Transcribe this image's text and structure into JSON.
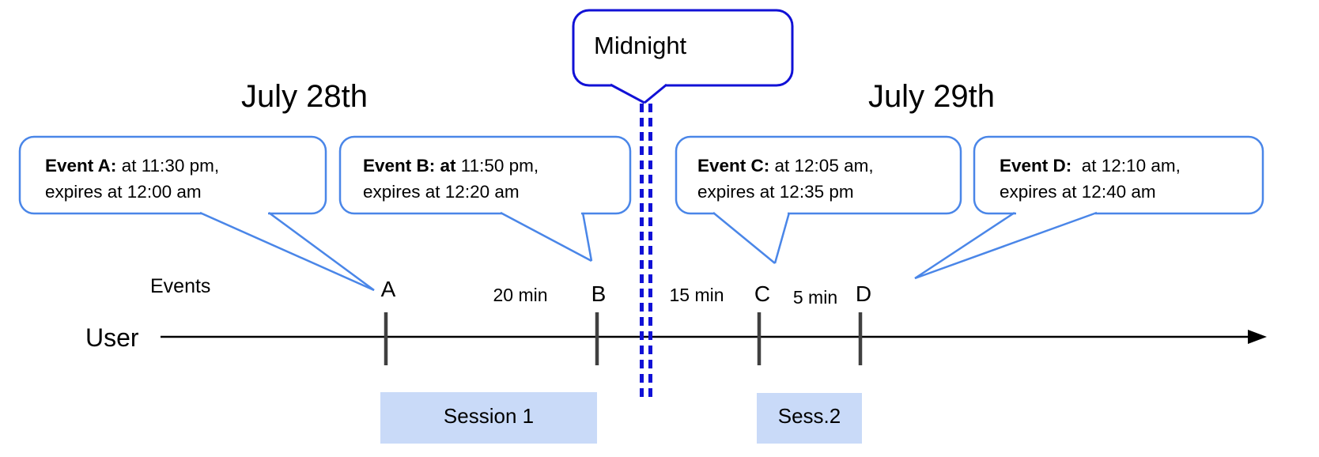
{
  "diagram": {
    "day_left_title": "July 28th",
    "day_right_title": "July 29th",
    "midnight_label": "Midnight",
    "events_axis_label": "Events",
    "user_label": "User",
    "callouts": [
      {
        "event": "A",
        "bold": "Event A:",
        "line1_rest": " at 11:30 pm,",
        "line2": "expires at 12:00 am"
      },
      {
        "event": "B",
        "bold": "Event B: at",
        "line1_rest": " 11:50 pm,",
        "line2": "expires at 12:20 am"
      },
      {
        "event": "C",
        "bold": "Event C:",
        "line1_rest": " at 12:05 am,",
        "line2": "expires at 12:35 pm"
      },
      {
        "event": "D",
        "bold": "Event D:",
        "line1_rest": "  at 12:10 am,",
        "line2": "expires at 12:40 am"
      }
    ],
    "tick_labels": [
      "A",
      "B",
      "C",
      "D"
    ],
    "gap_labels": [
      "20 min",
      "15 min",
      "5 min"
    ],
    "session_labels": [
      "Session 1",
      "Sess.2"
    ],
    "colors": {
      "callout_border_blue": "#4a86e8",
      "midnight_blue": "#1111d6",
      "session_fill": "#c9daf8",
      "tick_gray": "#404040",
      "timeline_black": "#000000"
    }
  }
}
